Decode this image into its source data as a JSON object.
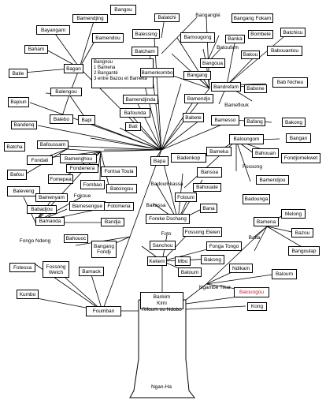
{
  "accent_colors": {
    "line": "#000000",
    "highlight": "#c0272d"
  },
  "legend": {
    "title": "Bangnou",
    "items": [
      "1  Bamena",
      "2  Banganté",
      "3  entre Bazou et Bameka"
    ]
  },
  "nodes": {
    "bangou": "Bangou",
    "bamendjing": "Bamendjing",
    "bayangam": "Bayangam",
    "bamendou": "Bamendou",
    "baham": "Baham",
    "batie": "Batie",
    "bagan": "Bagan",
    "balatchi": "Balatchi",
    "bangangte": "Bangangté",
    "bangang_fokam": "Bangang Fokam",
    "balessing": "Balessing",
    "bamougong": "Bamougong",
    "bombele": "Bombele",
    "batchicu": "Batchicu",
    "banka": "Banka",
    "batcham": "Batcham",
    "batoufam": "Batoufam",
    "bakou": "Bakou",
    "babouantou": "Babouantou",
    "bangoua": "Bangoua",
    "bamenkombo": "Bamenkombo",
    "bangang": "Bangang",
    "bandrefam": "Bandrefam",
    "babone": "Babone",
    "bab_nicheu": "Bab Nicheu",
    "balengou": "Balengou",
    "bajoun": "Bajoun",
    "bamendjinda": "Bamendjinda",
    "bamendjo": "Bamendjo",
    "bameflouk": "Bameflouk",
    "balebo": "Balebo",
    "bapi": "Bapi",
    "bafounda": "Bafounda",
    "babete": "Babete",
    "bamesso": "Bamesso",
    "bafang": "Bafang",
    "bakong_r": "Bakong",
    "bandeng": "Bandenq",
    "bati": "Bati",
    "batcha": "Batcha",
    "bafoussam": "Bafoussam",
    "baloungom": "Baloungom",
    "bangan": "Bangan",
    "fondati": "Fondati",
    "bamenghou": "Bamenghou",
    "bameka": "Bameka",
    "bahouan": "Bahouan",
    "fondjomekwet": "Fondjomekwet",
    "bafou": "Bafou",
    "fondenera": "Fondenera",
    "fontsa_toula": "Fontsa Toula",
    "bapa": "Bapa",
    "badenkop": "Badenkop",
    "bansoa": "Bansoa",
    "fossong": "Fossong",
    "fomepea": "Fomepea",
    "fombao": "Fombao",
    "bamendjou": "Bamendjou",
    "baleveng": "Baleveng",
    "fokoue": "Fokoue",
    "batcingou": "Batcingou",
    "badoumkassa": "Badoumkassa",
    "bahouate": "Bahouate",
    "bamenyam": "Bamenyam",
    "babadjou": "Babadjou",
    "bamesengue": "Bamesengue",
    "fotomena": "Fotomena",
    "fotouni": "Fotouni",
    "badounga": "Badounga",
    "bakassa": "Bakassa",
    "bana": "Bana",
    "bamanda": "Bamanda",
    "bandja": "Bandja",
    "foreke_dschang": "Foreke Dschang",
    "melong": "Melong",
    "bamena": "Bamena",
    "fongo_ndeng": "Fongo Ndeng",
    "bahouoc": "Bahouoc",
    "bangang_fondji": "Bangang\nFondji",
    "foto": "Foto",
    "fossong_eleien": "Fossong Eleien",
    "bazou": "Bazou",
    "sanchou": "Sanchou",
    "fonga_tongo": "Fonga Tongo",
    "bafia": "Bafia",
    "bangoulap": "Bangoulap",
    "fotessa": "Fotessa",
    "fossong_wetch": "Fossong\nWetch",
    "kekem": "Kekem",
    "mbo": "Mbo",
    "bakong_c": "Bakong",
    "ndikam": "Ndikam",
    "baloum": "Baloum",
    "bamack": "Bamack",
    "batoum": "Batoum",
    "ngambe_tikar": "Ngambe Tikar",
    "baloungou": "Baloungou",
    "kumbo": "Kumbo",
    "bankim": "Bankim",
    "kimi": "Kimi",
    "rifoum": "Rifoum ou Ndobo",
    "kong": "Kong",
    "foumban": "Foumban",
    "ngan_ha": "Ngan-Ha"
  }
}
